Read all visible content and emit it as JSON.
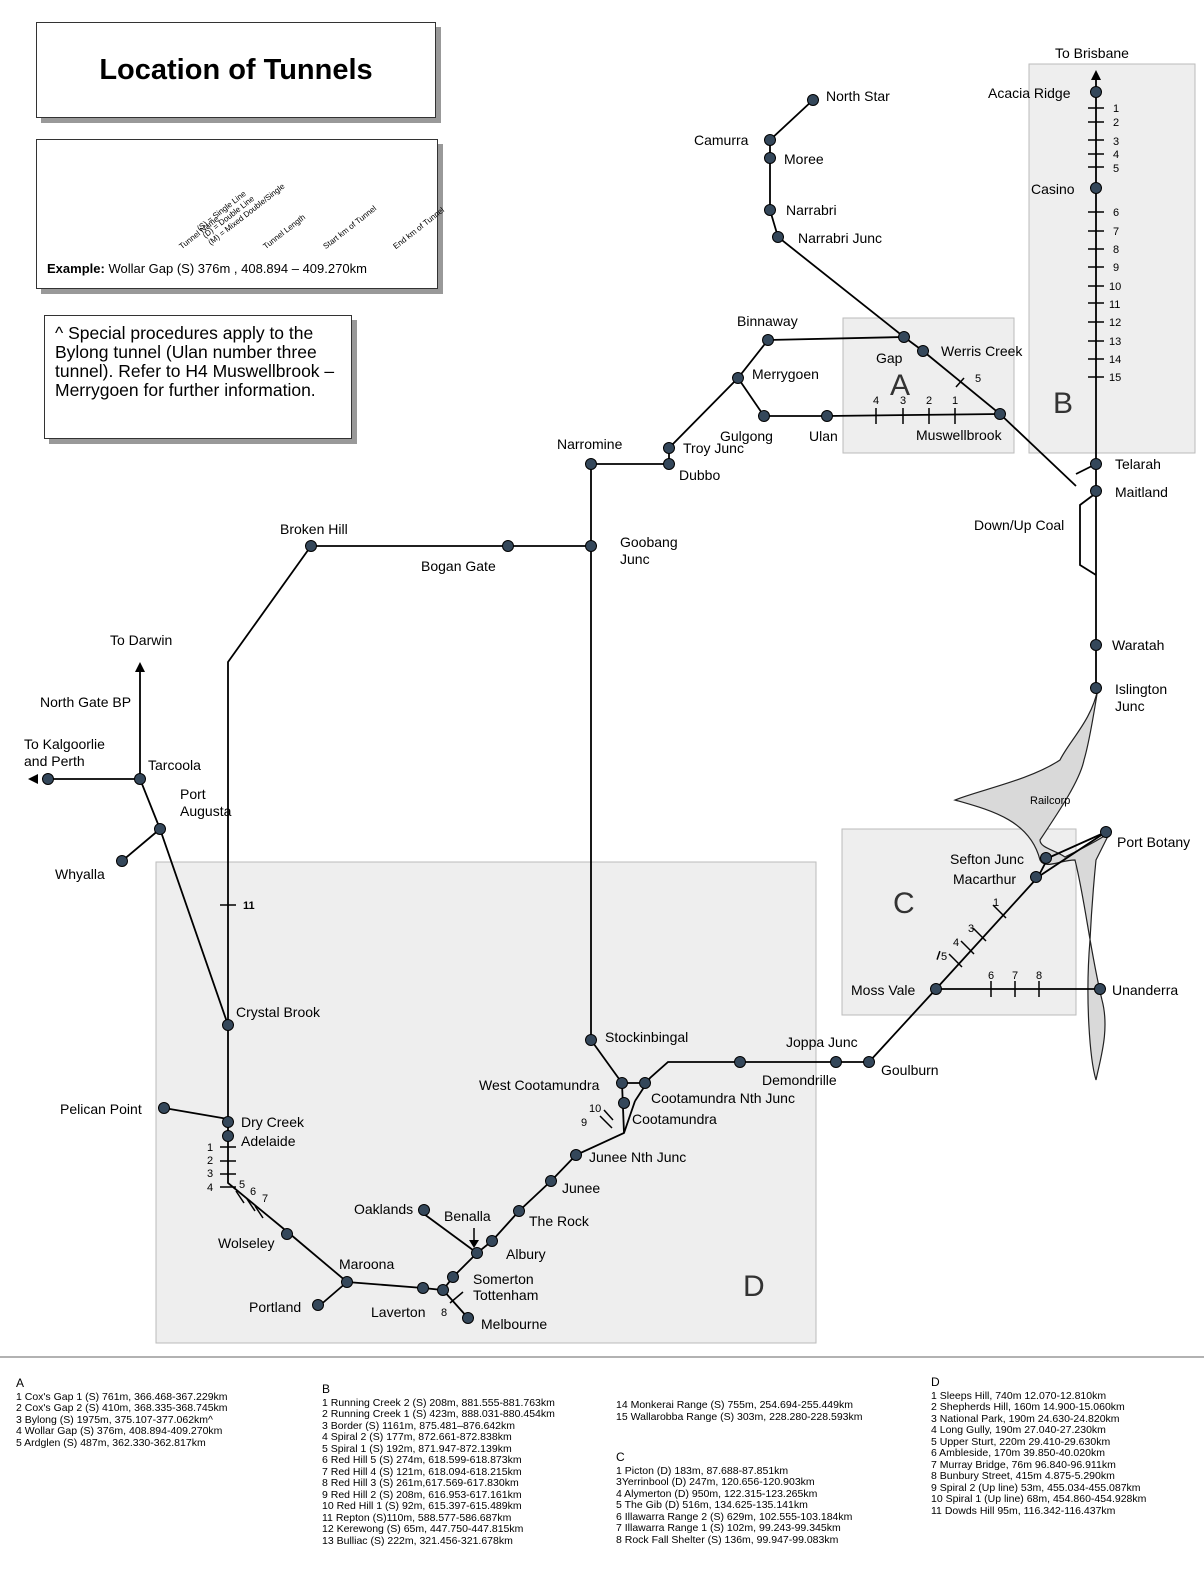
{
  "title": "Location of Tunnels",
  "example": {
    "label": "Example:",
    "text": "Wollar Gap (S) 376m , 408.894 – 409.270km",
    "pointers": [
      "Tunnel Name",
      "(S) = Single Line\n(D) = Double Line\n(M) = Mixed Double/Single",
      "Tunnel Length",
      "Start km of Tunnel",
      "End km of Tunnel"
    ]
  },
  "note": "^ Special procedures apply to the Bylong tunnel (Ulan number three tunnel). Refer to H4 Muswellbrook – Merrygoen for further information.",
  "region_labels": [
    "A",
    "B",
    "C",
    "D"
  ],
  "places": {
    "north_star": "North Star",
    "camurra": "Camurra",
    "moree": "Moree",
    "narrabri": "Narrabri",
    "narrabri_junc": "Narrabri Junc",
    "binnaway": "Binnaway",
    "gap": "Gap",
    "werris_creek": "Werris Creek",
    "merrygoen": "Merrygoen",
    "gulgong": "Gulgong",
    "ulan": "Ulan",
    "muswellbrook": "Muswellbrook",
    "narromine": "Narromine",
    "troy_junc": "Troy Junc",
    "dubbo": "Dubbo",
    "to_brisbane": "To Brisbane",
    "acacia_ridge": "Acacia Ridge",
    "casino": "Casino",
    "telarah": "Telarah",
    "maitland": "Maitland",
    "down_up_coal": "Down/Up Coal",
    "waratah": "Waratah",
    "islington_junc": "Islington\nJunc",
    "railcorp": "Railcorp",
    "sefton_junc": "Sefton Junc",
    "port_botany": "Port Botany",
    "macarthur": "Macarthur",
    "moss_vale": "Moss Vale",
    "unanderra": "Unanderra",
    "broken_hill": "Broken Hill",
    "bogan_gate": "Bogan Gate",
    "goobang_junc": "Goobang\nJunc",
    "to_darwin": "To Darwin",
    "north_gate_bp": "North Gate BP",
    "to_kalgoorlie": "To Kalgoorlie\nand Perth",
    "tarcoola": "Tarcoola",
    "port_augusta": "Port\nAugusta",
    "whyalla": "Whyalla",
    "crystal_brook": "Crystal Brook",
    "stockinbingal": "Stockinbingal",
    "joppa_junc": "Joppa Junc",
    "west_cootamundra": "West Cootamundra",
    "demondrille": "Demondrille",
    "goulburn": "Goulburn",
    "cootamundra_nth_junc": "Cootamundra Nth Junc",
    "cootamundra": "Cootamundra",
    "pelican_point": "Pelican Point",
    "dry_creek": "Dry Creek",
    "adelaide": "Adelaide",
    "junee_nth_junc": "Junee Nth Junc",
    "junee": "Junee",
    "oaklands": "Oaklands",
    "benalla": "Benalla",
    "the_rock": "The Rock",
    "albury": "Albury",
    "wolseley": "Wolseley",
    "maroona": "Maroona",
    "somerton": "Somerton",
    "tottenham": "Tottenham",
    "portland": "Portland",
    "laverton": "Laverton",
    "melbourne": "Melbourne"
  },
  "legend": {
    "A": {
      "heading": "A",
      "items": [
        "1 Cox's Gap 1 (S) 761m, 366.468-367.229km",
        "2 Cox's Gap 2 (S) 410m, 368.335-368.745km",
        "3 Bylong (S) 1975m, 375.107-377.062km^",
        "4 Wollar Gap (S) 376m, 408.894-409.270km",
        "5 Ardglen (S) 487m, 362.330-362.817km"
      ]
    },
    "B": {
      "heading": "B",
      "items": [
        "1 Running Creek 2 (S) 208m, 881.555-881.763km",
        "2 Running Creek 1 (S) 423m, 888.031-880.454km",
        "3 Border (S) 1161m, 875.481–876.642km",
        "4 Spiral 2 (S) 177m, 872.661-872.838km",
        "5 Spiral 1 (S) 192m, 871.947-872.139km",
        "6 Red Hill 5 (S) 274m, 618.599-618.873km",
        "7 Red Hill 4 (S) 121m, 618.094-618.215km",
        "8 Red Hill 3 (S) 261m,617.569-617.830km",
        "9 Red Hill 2 (S) 208m, 616.953-617.161km",
        "10 Red Hill 1 (S) 92m, 615.397-615.489km",
        "11 Repton (S)110m, 588.577-586.687km",
        "12 Kerewong (S) 65m, 447.750-447.815km",
        "13 Bulliac (S) 222m, 321.456-321.678km"
      ]
    },
    "B2": {
      "items": [
        "14 Monkerai Range (S) 755m, 254.694-255.449km",
        "15 Wallarobba Range (S) 303m, 228.280-228.593km"
      ]
    },
    "C": {
      "heading": "C",
      "items": [
        "1 Picton (D) 183m, 87.688-87.851km",
        "3Yerrinbool (D) 247m, 120.656-120.903km",
        "4 Alymerton (D) 950m, 122.315-123.265km",
        "5 The Gib (D) 516m, 134.625-135.141km",
        "6 Illawarra Range 2 (S) 629m, 102.555-103.184km",
        "7 Illawarra Range 1 (S) 102m, 99.243-99.345km",
        "8 Rock Fall Shelter (S) 136m, 99.947-99.083km"
      ]
    },
    "D": {
      "heading": "D",
      "items": [
        "1 Sleeps Hill, 740m 12.070-12.810km",
        "2 Shepherds Hill, 160m 14.900-15.060km",
        "3 National Park, 190m 24.630-24.820km",
        "4 Long Gully, 190m 27.040-27.230km",
        "5 Upper Sturt, 220m 29.410-29.630km",
        "6 Ambleside, 170m 39.850-40.020km",
        "7 Murray Bridge, 76m 96.840-96.911km",
        "8 Bunbury Street, 415m 4.875-5.290km",
        "9 Spiral 2 (Up line) 53m, 455.034-455.087km",
        "10 Spiral 1 (Up line) 68m, 454.860-454.928km",
        "11 Dowds Hill 95m, 116.342-116.437km"
      ]
    }
  },
  "colors": {
    "node": "#34475a",
    "region_fill": "#eeeeee",
    "railcorp_fill": "#d9d9d9"
  }
}
